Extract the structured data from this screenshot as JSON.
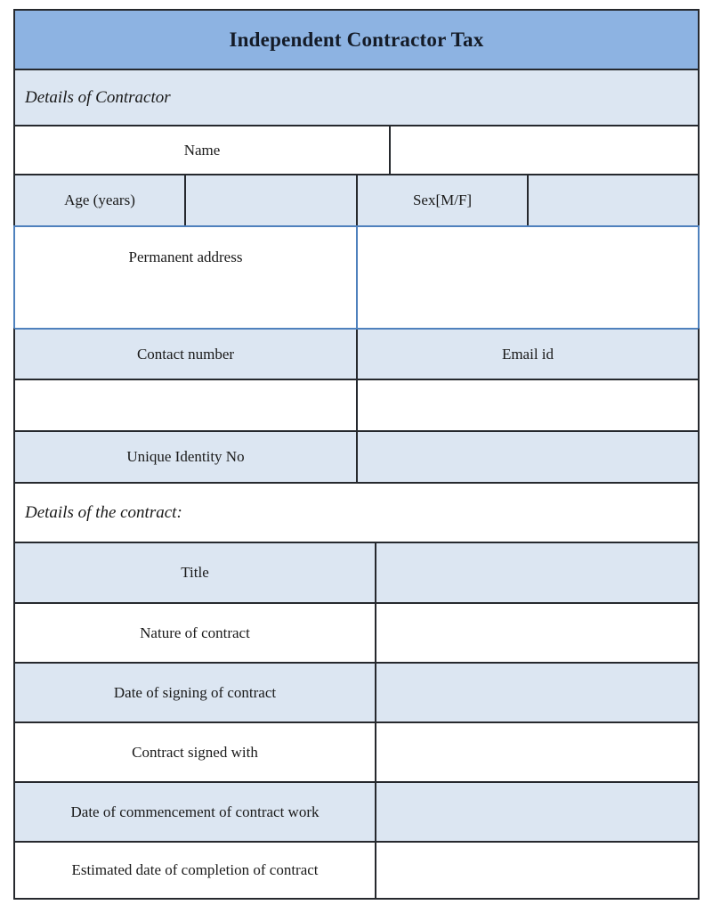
{
  "colors": {
    "header_bg": "#8db3e2",
    "light_blue_bg": "#dce6f2",
    "border_dark": "#26292e",
    "border_blue": "#4f81bd",
    "title_text": "#141b27",
    "body_text": "#1a1a1a"
  },
  "header": {
    "title": "Independent Contractor Tax"
  },
  "contractor_section": {
    "heading": "Details of Contractor",
    "name_label": "Name",
    "age_label": "Age (years)",
    "sex_label": "Sex[M/F]",
    "address_label": "Permanent address",
    "contact_label": "Contact number",
    "email_label": "Email id",
    "unique_id_label": "Unique Identity No"
  },
  "contract_section": {
    "heading": "Details of the contract:",
    "rows": [
      {
        "label": "Title"
      },
      {
        "label": "Nature of contract"
      },
      {
        "label": "Date of signing of contract"
      },
      {
        "label": "Contract signed with"
      },
      {
        "label": "Date of commencement of contract work"
      },
      {
        "label": "Estimated date of completion of contract"
      }
    ]
  }
}
